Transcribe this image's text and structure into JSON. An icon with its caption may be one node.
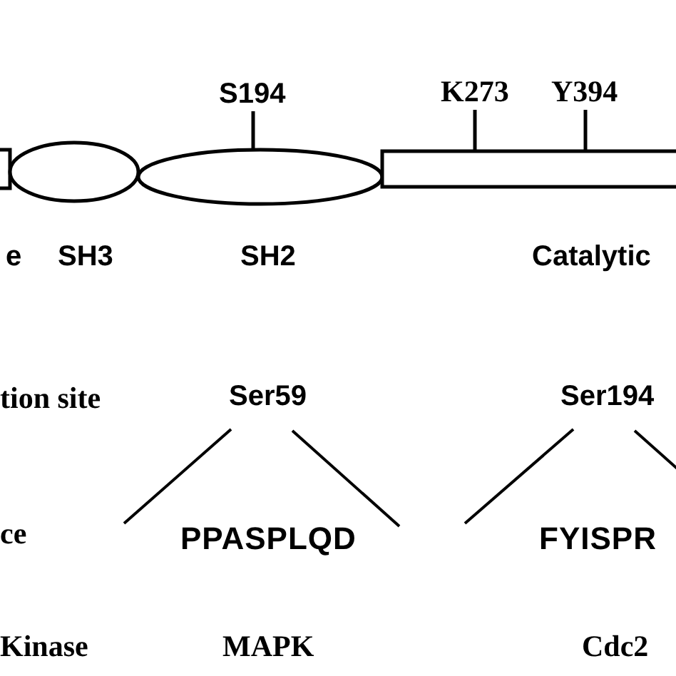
{
  "diagram": {
    "nodes": [
      {
        "text": [
          "e"
        ]
      },
      {
        "text": [
          "SH3"
        ]
      },
      {
        "text": [
          "SH2"
        ]
      },
      {
        "text": [
          "Catalytic"
        ]
      },
      {
        "text": [
          "S194"
        ]
      },
      {
        "text": [
          "K273"
        ]
      },
      {
        "text": [
          "Y394"
        ]
      }
    ],
    "edges": [
      {
        "from": 4,
        "to": 2,
        "arrow": "none"
      },
      {
        "from": 5,
        "to": 3,
        "arrow": "none"
      },
      {
        "from": 6,
        "to": 3,
        "arrow": "none"
      }
    ],
    "labels": [
      "tion site",
      "Ser59",
      "Ser194",
      "ce",
      "PPASPLQD",
      "FYISPR",
      "Kinase",
      "MAPK",
      "Cdc2"
    ]
  }
}
